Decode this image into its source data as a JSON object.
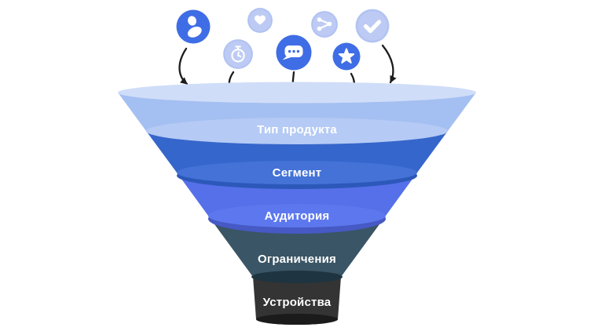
{
  "diagram": {
    "type": "funnel",
    "background": "#ffffff",
    "funnel": {
      "rim_top": "#cfddf8",
      "mouth_wall": "#a4bff1",
      "label_color": "#ffffff",
      "stages": [
        {
          "label": "Тип продукта",
          "fill": "#b5caf4",
          "below": "#3566cb",
          "shadow": null
        },
        {
          "label": "Сегмент",
          "fill": "#4472d7",
          "below": "#5570e8",
          "shadow": "#2c58ba"
        },
        {
          "label": "Аудитория",
          "fill": "#5d78ee",
          "below": "#3a5565",
          "shadow": "#4659c4"
        },
        {
          "label": "Ограничения",
          "fill": "#3a5565",
          "below": "#343434",
          "shadow": "#1e3440"
        },
        {
          "label": "Устройства",
          "fill": "#343434",
          "below": null,
          "shadow": "#1b1b1b"
        }
      ]
    },
    "icons": [
      {
        "name": "user-icon",
        "fill": "#3f6de5",
        "glyph": "#ffffff",
        "ring": null
      },
      {
        "name": "heart-icon",
        "fill": "#bdcbf4",
        "glyph": "#ffffff",
        "ring": "#b0c2f2"
      },
      {
        "name": "stopwatch-icon",
        "fill": "#bdcbf4",
        "glyph": "#ffffff",
        "ring": "#b0c2f2"
      },
      {
        "name": "chat-icon",
        "fill": "#3f6de5",
        "glyph": "#ffffff",
        "ring": null
      },
      {
        "name": "share-icon",
        "fill": "#bdcbf4",
        "glyph": "#ffffff",
        "ring": "#b0c2f2"
      },
      {
        "name": "star-icon",
        "fill": "#3f6de5",
        "glyph": "#ffffff",
        "ring": null
      },
      {
        "name": "check-icon",
        "fill": "#bdcbf4",
        "glyph": "#ffffff",
        "ring": "#b0c2f2"
      }
    ],
    "arrows": {
      "color": "#1c1c1c",
      "count": 5
    }
  }
}
